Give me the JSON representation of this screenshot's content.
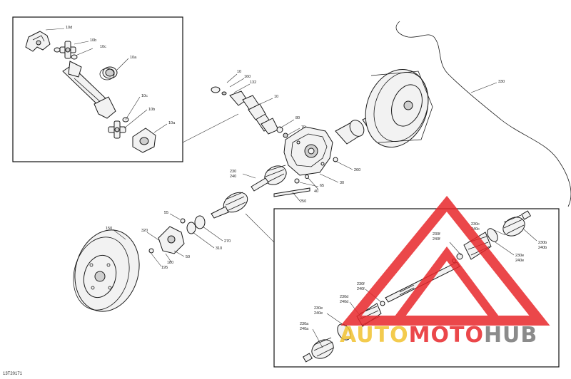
{
  "document_number": "13T20171",
  "callouts": {
    "inset_top_left": [
      {
        "id": "c-10d",
        "text": "10d"
      },
      {
        "id": "c-10b-a",
        "text": "10b"
      },
      {
        "id": "c-10c-a",
        "text": "10c"
      },
      {
        "id": "c-10a-a",
        "text": "10a"
      },
      {
        "id": "c-10c-b",
        "text": "10c"
      },
      {
        "id": "c-10b-b",
        "text": "10b"
      },
      {
        "id": "c-10a-b",
        "text": "10a"
      }
    ],
    "main": [
      {
        "id": "m-10-a",
        "text": "10"
      },
      {
        "id": "m-160",
        "text": "160"
      },
      {
        "id": "m-132",
        "text": "132"
      },
      {
        "id": "m-10-b",
        "text": "10"
      },
      {
        "id": "m-80",
        "text": "80"
      },
      {
        "id": "m-70",
        "text": "70"
      },
      {
        "id": "m-260",
        "text": "260"
      },
      {
        "id": "m-30",
        "text": "30"
      },
      {
        "id": "m-65",
        "text": "65"
      },
      {
        "id": "m-40",
        "text": "40"
      },
      {
        "id": "m-230-a",
        "text": "230"
      },
      {
        "id": "m-240-a",
        "text": "240"
      },
      {
        "id": "m-250",
        "text": "250"
      },
      {
        "id": "m-55",
        "text": "55"
      },
      {
        "id": "m-270",
        "text": "270"
      },
      {
        "id": "m-310",
        "text": "310"
      },
      {
        "id": "m-320",
        "text": "320"
      },
      {
        "id": "m-50",
        "text": "50"
      },
      {
        "id": "m-180",
        "text": "180"
      },
      {
        "id": "m-150",
        "text": "150"
      },
      {
        "id": "m-195",
        "text": "195"
      },
      {
        "id": "m-330",
        "text": "330"
      }
    ],
    "inset_bottom_right": [
      {
        "id": "b-230c",
        "text": "230c"
      },
      {
        "id": "b-240c",
        "text": "240c"
      },
      {
        "id": "b-230f-a",
        "text": "230f"
      },
      {
        "id": "b-240f-a",
        "text": "240f"
      },
      {
        "id": "b-230b-r",
        "text": "230b"
      },
      {
        "id": "b-240b-r",
        "text": "240b"
      },
      {
        "id": "b-230e-r",
        "text": "230e"
      },
      {
        "id": "b-240e-r",
        "text": "240e"
      },
      {
        "id": "b-230f-b",
        "text": "230f"
      },
      {
        "id": "b-240f-b",
        "text": "240f"
      },
      {
        "id": "b-230d",
        "text": "230d"
      },
      {
        "id": "b-240d",
        "text": "240d"
      },
      {
        "id": "b-230e-l",
        "text": "230e"
      },
      {
        "id": "b-240e-l",
        "text": "240e"
      },
      {
        "id": "b-230a",
        "text": "230a"
      },
      {
        "id": "b-240a",
        "text": "240a"
      }
    ]
  },
  "watermark": {
    "part1": "AUTO",
    "part2": "MOTO",
    "part3": "HUB",
    "color_auto": "#f2c230",
    "color_moto": "#e8282b",
    "color_hub": "#777777",
    "triangle_color": "#e8282b"
  }
}
